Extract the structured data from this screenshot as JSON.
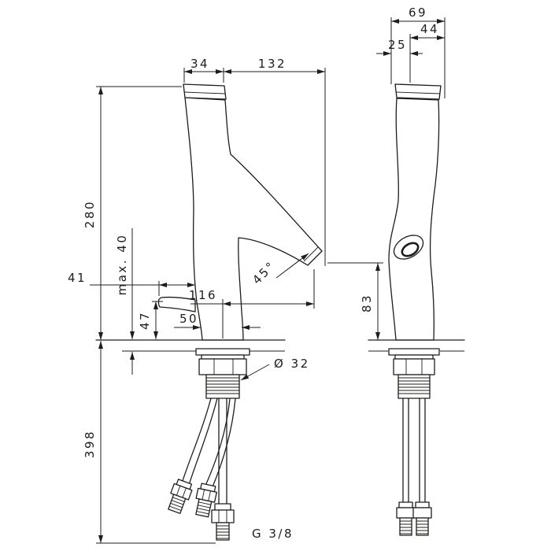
{
  "colors": {
    "background": "#ffffff",
    "line": "#1d1d1b"
  },
  "dimensions": {
    "handle_width": "34",
    "handle_to_spout_tip": "132",
    "overall_height": "280",
    "max_mounting_thickness": "max. 40",
    "lever_projection": "41",
    "lever_height": "47",
    "base_width": "50",
    "spout_reach": "116",
    "outlet_height": "83",
    "spout_angle": "45°",
    "shank_diameter": "Ø 32",
    "hose_length": "398",
    "connection_thread": "G 3/8",
    "depth_overall": "69",
    "depth_rear": "44",
    "depth_front": "25"
  }
}
